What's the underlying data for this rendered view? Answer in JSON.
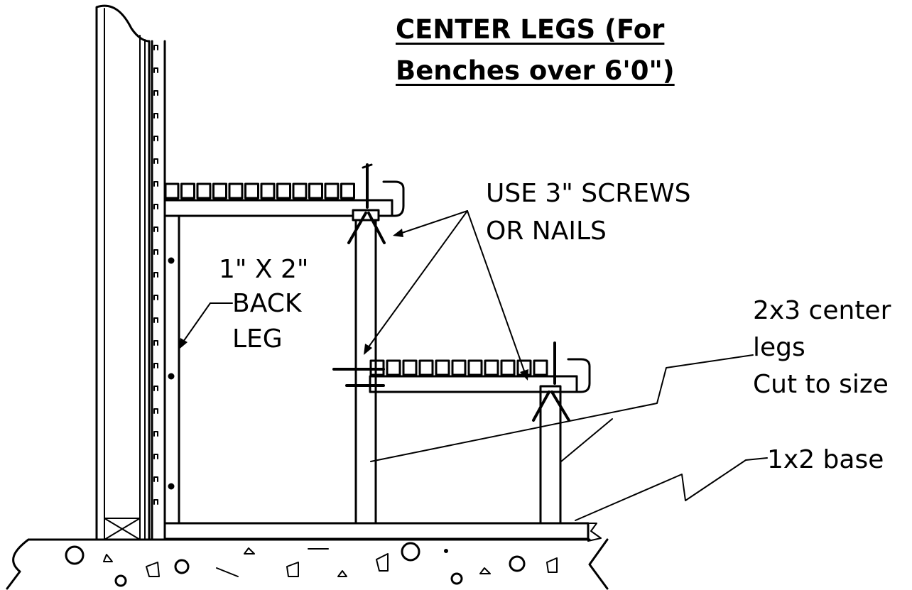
{
  "title": {
    "line1": "CENTER LEGS (For",
    "line2": "Benches over 6'0\")"
  },
  "labels": {
    "screws_line1": "USE 3\" SCREWS",
    "screws_line2": "OR NAILS",
    "back_leg_line1": "1\" X 2\"",
    "back_leg_line2": "BACK",
    "back_leg_line3": "LEG",
    "center_legs_line1": "2x3 center",
    "center_legs_line2": "legs",
    "center_legs_line3": "Cut to size",
    "base": "1x2 base"
  }
}
